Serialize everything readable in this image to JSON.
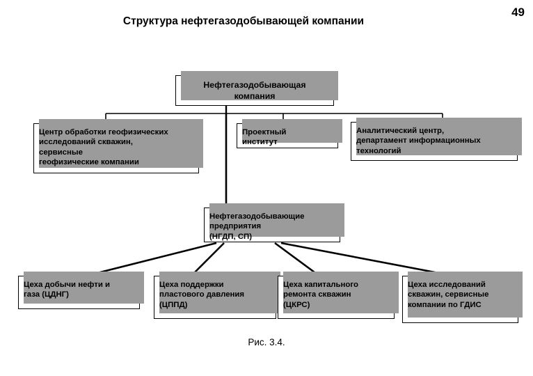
{
  "page": {
    "number": "49",
    "title": "Структура нефтегазодобывающей компании",
    "caption": "Рис. 3.4."
  },
  "chart_data": {
    "type": "diagram",
    "diagram_kind": "organizational-hierarchy",
    "title": "Структура нефтегазодобывающей компании",
    "caption": "Рис. 3.4.",
    "levels": [
      {
        "level": 1,
        "nodes": [
          {
            "id": "company",
            "label": "Нефтегазодобывающая\nкомпания"
          }
        ]
      },
      {
        "level": 2,
        "nodes": [
          {
            "id": "geo-center",
            "label": " Центр обработки геофизических\nисследований скважин,\nсервисные\nгеофизические компании"
          },
          {
            "id": "design-inst",
            "label": "Проектный\n институт"
          },
          {
            "id": "analytic",
            "label": " Аналитический центр,\nдепартамент информационных\nтехнологий"
          }
        ]
      },
      {
        "level": 3,
        "nodes": [
          {
            "id": "enterprises",
            "label": "Нефтегазодобывающие\nпредприятия\n   (НГДП, СП)"
          }
        ]
      },
      {
        "level": 4,
        "nodes": [
          {
            "id": "cdng",
            "label": "Цеха добычи нефти  и\nгаза (ЦДНГ)"
          },
          {
            "id": "cppd",
            "label": "Цеха поддержки\nпластового давления\n(ЦППД)"
          },
          {
            "id": "ckrs",
            "label": "Цеха капитального\nремонта скважин\n(ЦКРС)"
          },
          {
            "id": "gdis",
            "label": "Цеха исследований\nскважин, сервисные\nкомпании по ГДИС"
          }
        ]
      }
    ],
    "edges": [
      {
        "from": "company",
        "to": "geo-center"
      },
      {
        "from": "company",
        "to": "design-inst"
      },
      {
        "from": "company",
        "to": "analytic"
      },
      {
        "from": "company",
        "to": "enterprises"
      },
      {
        "from": "enterprises",
        "to": "cdng"
      },
      {
        "from": "enterprises",
        "to": "cppd"
      },
      {
        "from": "enterprises",
        "to": "ckrs"
      },
      {
        "from": "enterprises",
        "to": "gdis"
      }
    ],
    "colors": {
      "box_fill": "#ffffff",
      "box_border": "#000000",
      "shadow": "#9b9b9b",
      "text": "#000000",
      "background": "#ffffff"
    }
  },
  "nodes": {
    "company": "Нефтегазодобывающая\nкомпания",
    "geo_center": " Центр обработки геофизических\nисследований скважин,\nсервисные\nгеофизические компании",
    "design_inst": "Проектный\n институт",
    "analytic": " Аналитический центр,\nдепартамент информационных\nтехнологий",
    "enterprises": "Нефтегазодобывающие\nпредприятия\n   (НГДП, СП)",
    "cdng": "Цеха добычи нефти  и\nгаза (ЦДНГ)",
    "cppd": "Цеха поддержки\nпластового давления\n(ЦППД)",
    "ckrs": "Цеха капитального\nремонта скважин\n(ЦКРС)",
    "gdis": "Цеха исследований\nскважин, сервисные\nкомпании по ГДИС"
  }
}
